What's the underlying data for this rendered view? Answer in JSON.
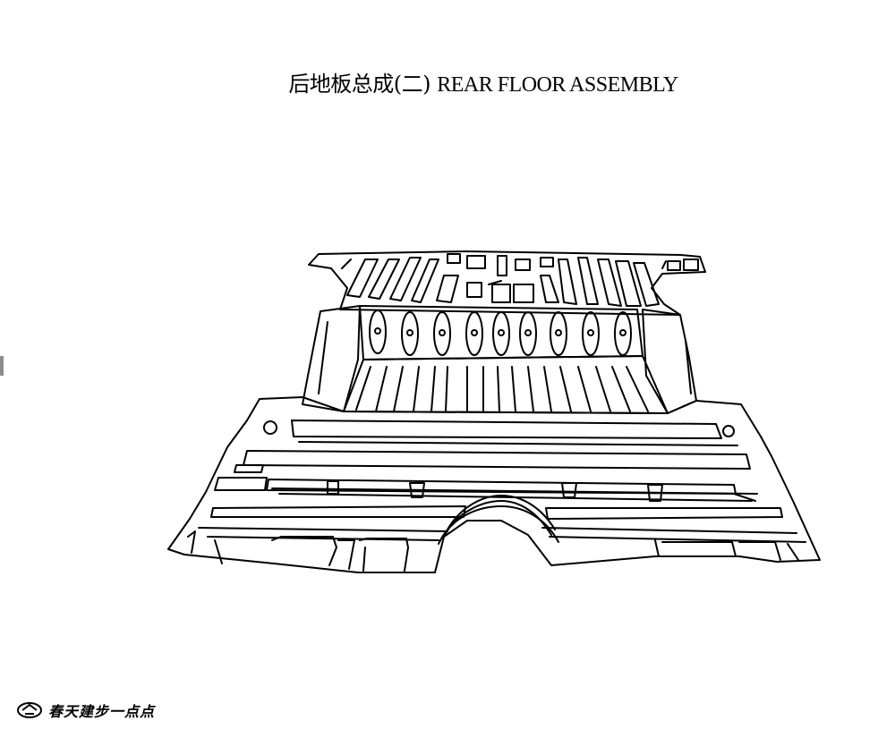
{
  "document": {
    "title_cn": "后地板总成(二)",
    "title_en": "REAR FLOOR ASSEMBLY"
  },
  "figure": {
    "subject": "rear-floor-assembly-line-drawing",
    "stroke_color": "#000000"
  },
  "footer": {
    "logo_icon": "faw-logo-icon",
    "brand_text": "春天建步一点点"
  }
}
